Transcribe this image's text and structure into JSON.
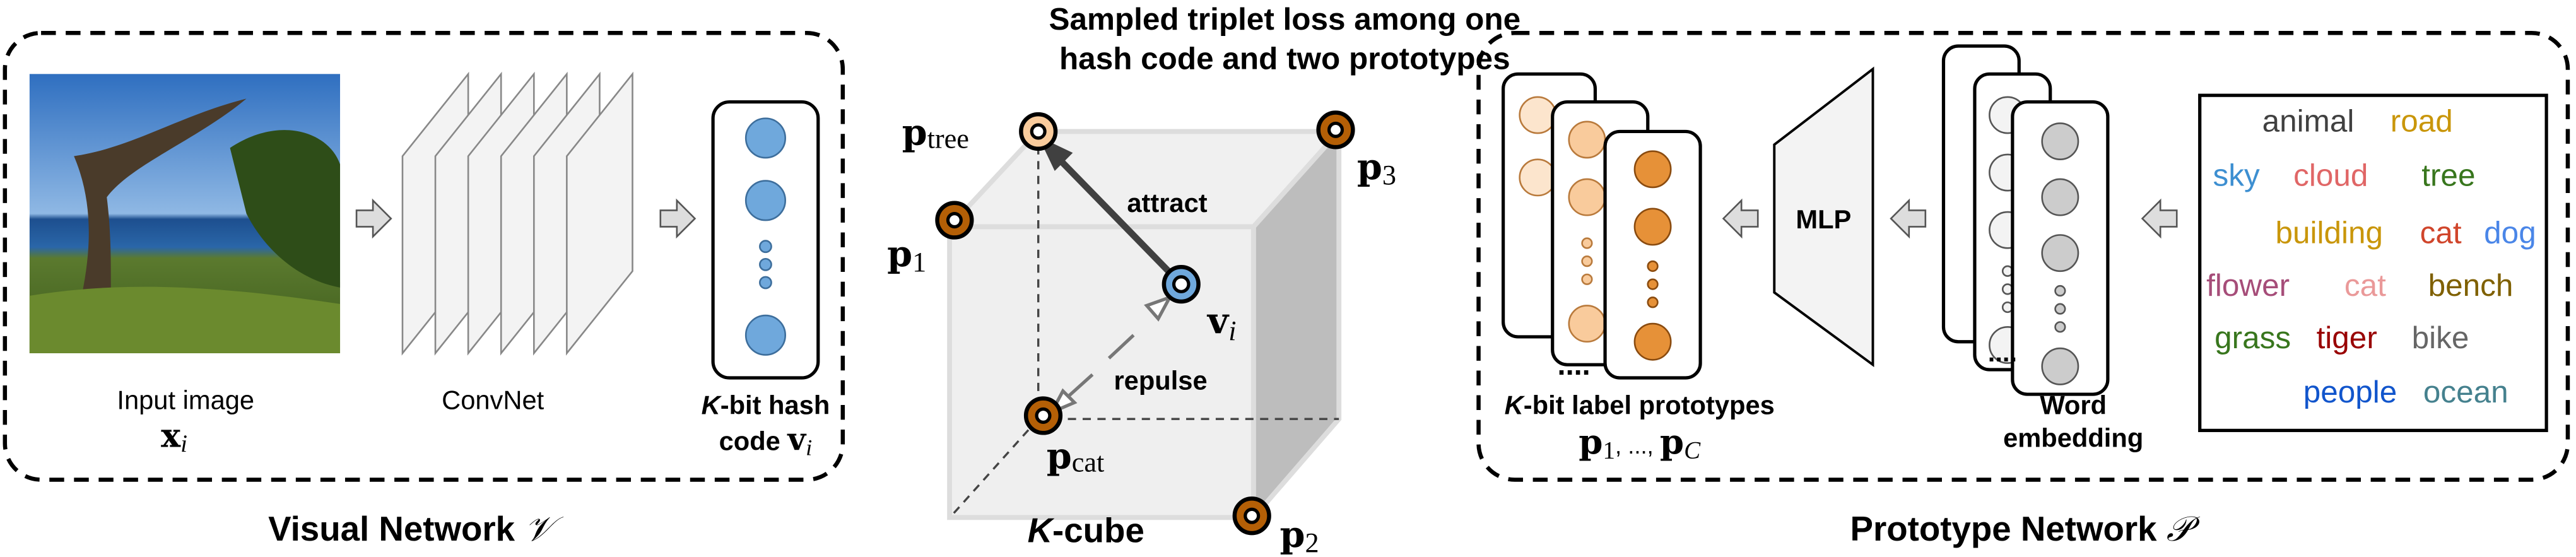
{
  "title": {
    "line1": "Sampled triplet loss among one",
    "line2": "hash code and two prototypes"
  },
  "visual_network": {
    "label": "Visual Network ",
    "symbol": "𝒱",
    "input_label": "Input image",
    "input_symbol": "x",
    "input_sub": "i",
    "convnet_label": "ConvNet",
    "hash_label_k": "K",
    "hash_label_rest": "-bit hash",
    "hash_label_line2": "code ",
    "hash_symbol": "v",
    "hash_sub": "i"
  },
  "cube": {
    "label_k": "K",
    "label_rest": "-cube",
    "attract": "attract",
    "repulse": "repulse",
    "p_tree": {
      "base": "p",
      "sub": "tree"
    },
    "p1": {
      "base": "p",
      "sub": "1"
    },
    "p2": {
      "base": "p",
      "sub": "2"
    },
    "p3": {
      "base": "p",
      "sub": "3"
    },
    "p_cat": {
      "base": "p",
      "sub": "cat"
    },
    "v_i": {
      "base": "v",
      "sub": "i"
    }
  },
  "prototype_network": {
    "label": "Prototype Network ",
    "symbol": "𝒫",
    "prototypes_k": "K",
    "prototypes_rest": "-bit label prototypes",
    "prototypes_p": "p",
    "prototypes_sub1": "1",
    "prototypes_mid": ", ..., ",
    "prototypes_subC": "C",
    "ellipsis": "....",
    "mlp": "MLP",
    "word_embedding_1": "Word",
    "word_embedding_2": "embedding",
    "words": [
      {
        "text": "animal",
        "color": "#404040"
      },
      {
        "text": "road",
        "color": "#c9960a"
      },
      {
        "text": "sky",
        "color": "#3d8fd1"
      },
      {
        "text": "cloud",
        "color": "#e06666"
      },
      {
        "text": "tree",
        "color": "#38761d"
      },
      {
        "text": "building",
        "color": "#c9960a"
      },
      {
        "text": "cat",
        "color": "#d0452b"
      },
      {
        "text": "dog",
        "color": "#4a86e8"
      },
      {
        "text": "flower",
        "color": "#a64d79"
      },
      {
        "text": "cat",
        "color": "#ea9999"
      },
      {
        "text": "bench",
        "color": "#7f6000"
      },
      {
        "text": "grass",
        "color": "#38761d"
      },
      {
        "text": "tiger",
        "color": "#990000"
      },
      {
        "text": "bike",
        "color": "#666666"
      },
      {
        "text": "people",
        "color": "#1155cc"
      },
      {
        "text": "ocean",
        "color": "#45818e"
      }
    ]
  },
  "colors": {
    "hash_blue": "#6fa8dc",
    "proto_orange": "#e69138",
    "proto_light": "#f9cb9c",
    "ring_orange": "#b45f06"
  }
}
